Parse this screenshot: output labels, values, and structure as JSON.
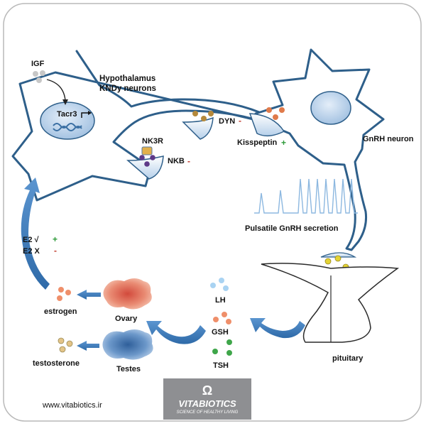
{
  "igf": "IGF",
  "hypothalamus": "Hypothalamus",
  "kndy_neurons": "KNDy neurons",
  "tacr3": "Tacr3",
  "dyn": "DYN",
  "dyn_sign": "-",
  "kisspeptin": "Kisspeptin",
  "kisspeptin_sign": "+",
  "gnrh_neuron": "GnRH neuron",
  "nk3r": "NK3R",
  "nkb": "NKB",
  "nkb_sign": "-",
  "pulsatile": "Pulsatile GnRH secretion",
  "e2_check": "E2  √",
  "e2_check_sign": "+",
  "e2_x": "E2  X",
  "e2_x_sign": "-",
  "estrogen": "estrogen",
  "ovary": "Ovary",
  "testosterone": "testosterone",
  "testes": "Testes",
  "lh": "LH",
  "gsh": "GSH",
  "tsh": "TSH",
  "pituitary": "pituitary",
  "website": "www.vitabiotics.ir",
  "logo_symbol": "Ω",
  "logo_name": "VITABIOTICS",
  "logo_tagline": "SCIENCE OF HEALTHY LIVING",
  "colors": {
    "neuron_stroke": "#2e5f8a",
    "arrow_blue": "#4a86c5",
    "nucleus": "#c9dcf0",
    "plus": "#2e9a3a",
    "minus": "#c0392b",
    "ovary": "#e8836f",
    "testes": "#5b8cc2",
    "lh_dots": "#a9d3f2",
    "gsh_dots": "#ef8f6a",
    "tsh_dots": "#3fa64a",
    "logo_bg": "#8e8f92"
  }
}
